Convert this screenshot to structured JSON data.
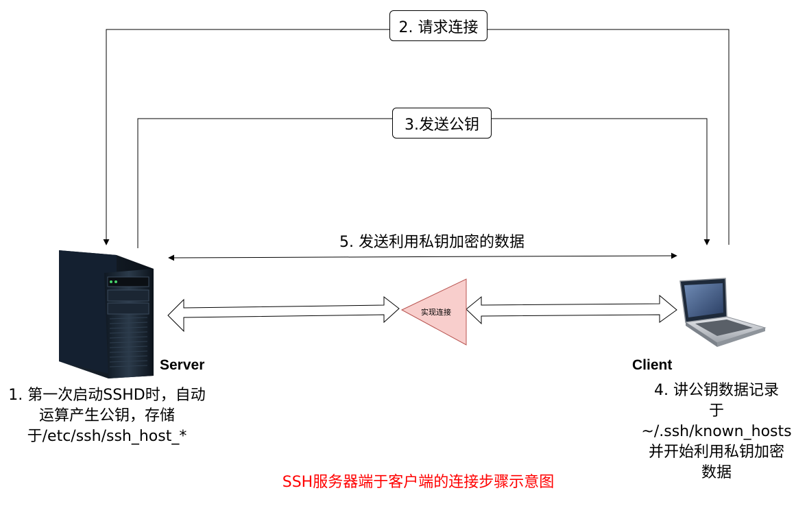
{
  "steps": {
    "request": "2. 请求连接",
    "send_pubkey": "3.发送公钥",
    "send_data": "5. 发送利用私钥加密的数据",
    "connect": "实现连接"
  },
  "nodes": {
    "server": "Server",
    "client": "Client"
  },
  "notes": {
    "server": [
      "1. 第一次启动SSHD时，自动",
      "运算产生公钥，存储",
      "于/etc/ssh/ssh_host_*"
    ],
    "client": [
      "4. 讲公钥数据记录",
      "于",
      "~/.ssh/known_hosts",
      "并开始利用私钥加密",
      "数据"
    ]
  },
  "caption": "SSH服务器端于客户端的连接步骤示意图",
  "colors": {
    "caption": "#ff0000",
    "triangle_fill": "#f8cecc",
    "triangle_stroke": "#b85450"
  }
}
